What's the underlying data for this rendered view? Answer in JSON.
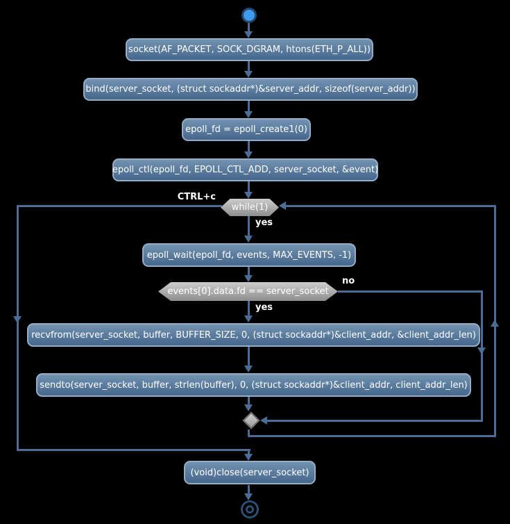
{
  "diagram_type": "activity-flowchart",
  "nodes": {
    "socket": {
      "label": "socket(AF_PACKET, SOCK_DGRAM, htons(ETH_P_ALL))"
    },
    "bind": {
      "label": "bind(server_socket, (struct sockaddr*)&server_addr, sizeof(server_addr))"
    },
    "epoll_create": {
      "label": "epoll_fd = epoll_create1(0)"
    },
    "epoll_ctl": {
      "label": "epoll_ctl(epoll_fd, EPOLL_CTL_ADD, server_socket, &event)"
    },
    "while_loop": {
      "label": "while(1)"
    },
    "epoll_wait": {
      "label": "epoll_wait(epoll_fd, events, MAX_EVENTS, -1)"
    },
    "fd_check": {
      "label": "events[0].data.fd == server_socket"
    },
    "recvfrom": {
      "label": "recvfrom(server_socket, buffer, BUFFER_SIZE, 0, (struct sockaddr*)&client_addr, &client_addr_len)"
    },
    "sendto": {
      "label": "sendto(server_socket, buffer, strlen(buffer), 0, (struct sockaddr*)&client_addr, client_addr_len)"
    },
    "close": {
      "label": "(void)close(server_socket)"
    }
  },
  "edge_labels": {
    "ctrl_c": "CTRL+c",
    "while_yes": "yes",
    "check_no": "no",
    "check_yes": "yes"
  },
  "colors": {
    "background": "#000000",
    "connector": "#4b6e99",
    "activity_fill_top": "#7392b1",
    "activity_fill_bottom": "#45678c",
    "activity_border": "#96adc6",
    "activity_text": "#ffffff",
    "decision_fill_top": "#cdcdcd",
    "decision_fill_bottom": "#8d8d8d",
    "decision_text": "#ffffff",
    "start_fill": "#3e9cee",
    "start_border": "#27476d",
    "end_ring": "#2c4d74",
    "edge_label_text": "#ffffff"
  }
}
